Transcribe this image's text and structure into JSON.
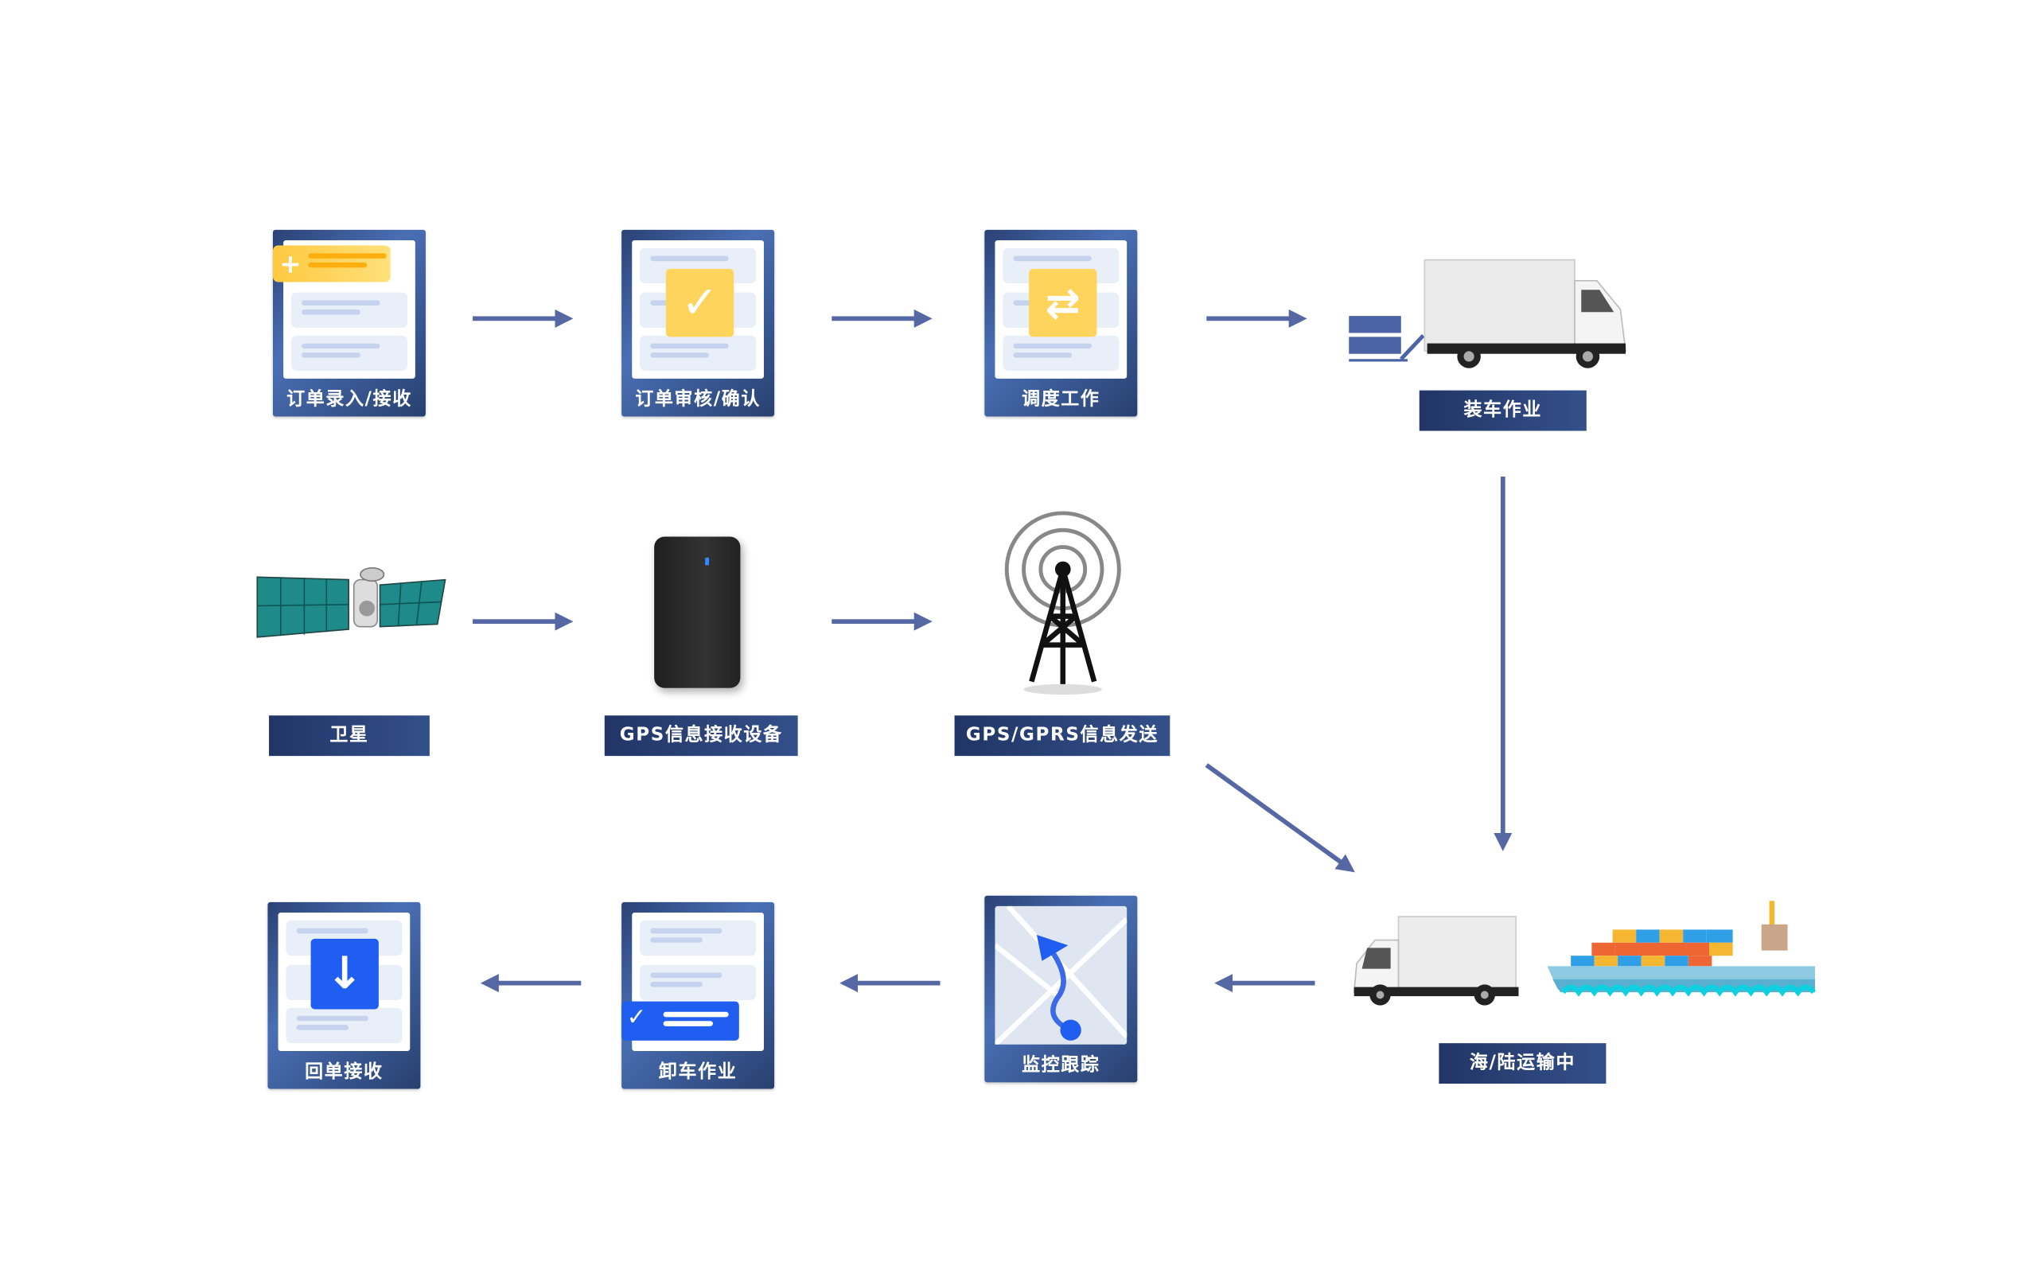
{
  "row1": {
    "order_entry": "订单录入/接收",
    "order_review": "订单审核/确认",
    "dispatch": "调度工作",
    "loading": "装车作业"
  },
  "row2": {
    "satellite": "卫星",
    "gps_device": "GPS信息接收设备",
    "gps_send": "GPS/GPRS信息发送"
  },
  "row3": {
    "transport": "海/陆运输中",
    "monitor": "监控跟踪",
    "unloading": "卸车作业",
    "receipt": "回单接收"
  },
  "colors": {
    "card": "#2f4b86",
    "arrow": "#5568a3",
    "yellow": "#ffd45c",
    "blue": "#1f5ef0"
  }
}
